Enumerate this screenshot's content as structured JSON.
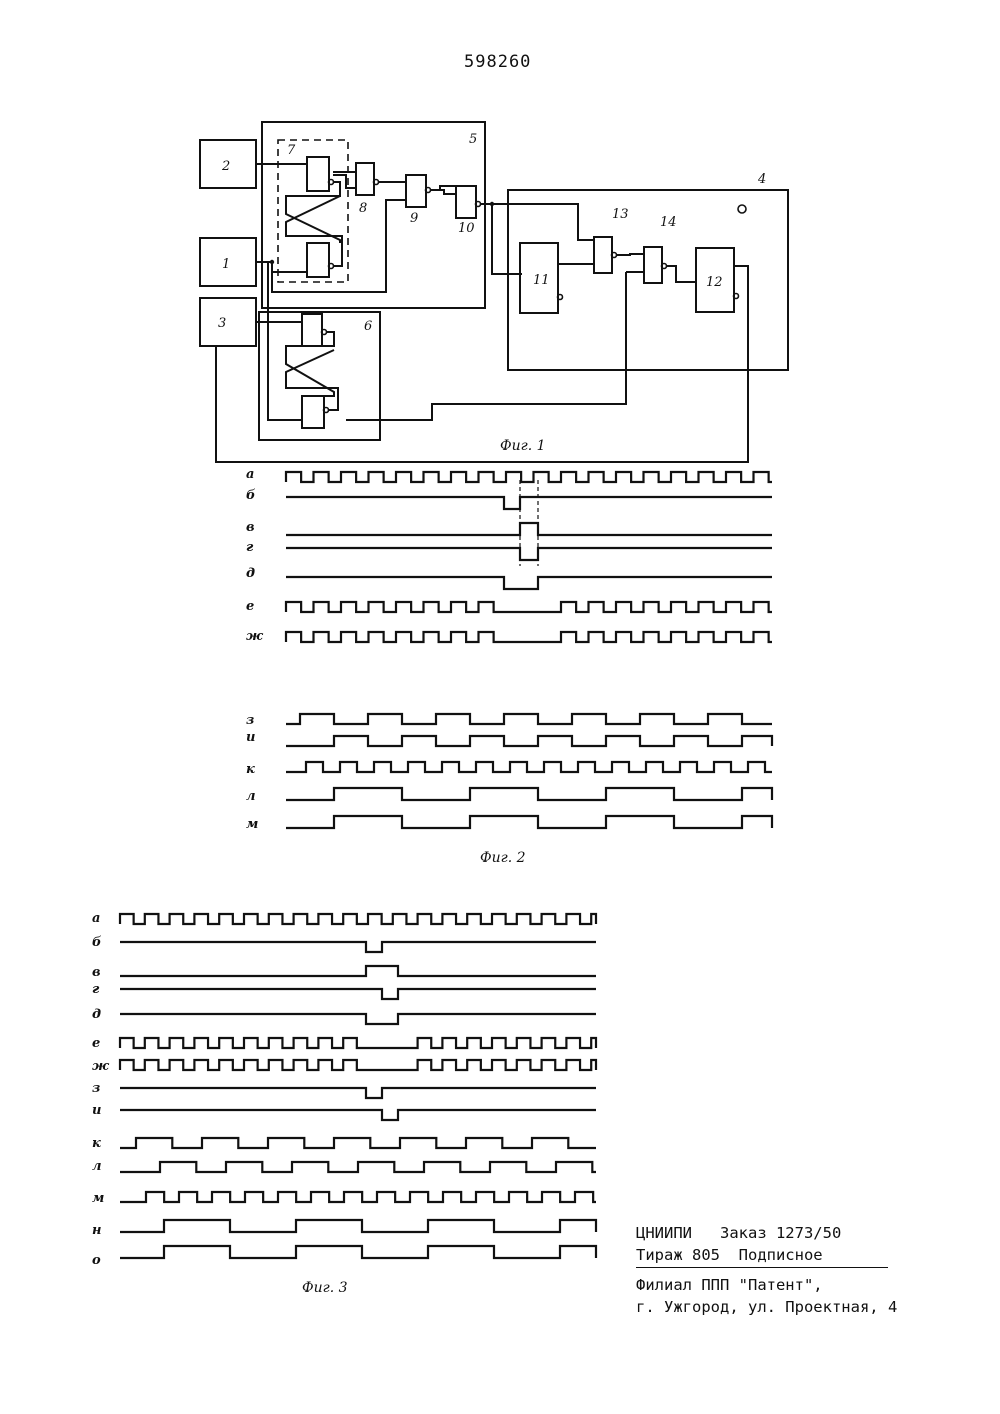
{
  "page": {
    "patent_number": "598260"
  },
  "fig1": {
    "caption": "Фиг. 1",
    "blocks": [
      "1",
      "2",
      "3",
      "4",
      "5",
      "6",
      "7",
      "8",
      "9",
      "10",
      "11",
      "12",
      "13",
      "14"
    ]
  },
  "fig2": {
    "caption": "Фиг. 2",
    "labels": [
      "а",
      "б",
      "в",
      "г",
      "д",
      "е",
      "ж",
      "з",
      "и",
      "к",
      "л",
      "м"
    ]
  },
  "fig3": {
    "caption": "Фиг. 3",
    "labels": [
      "а",
      "б",
      "в",
      "г",
      "д",
      "е",
      "ж",
      "з",
      "и",
      "к",
      "л",
      "м",
      "н",
      "о"
    ]
  },
  "imprint": {
    "line1": "ЦНИИПИ   Заказ 1273/50",
    "line2": "Тираж 805  Подписное",
    "line3": "Филиал ППП \"Патент\",",
    "line4": "г. Ужгород, ул. Проектная, 4"
  }
}
